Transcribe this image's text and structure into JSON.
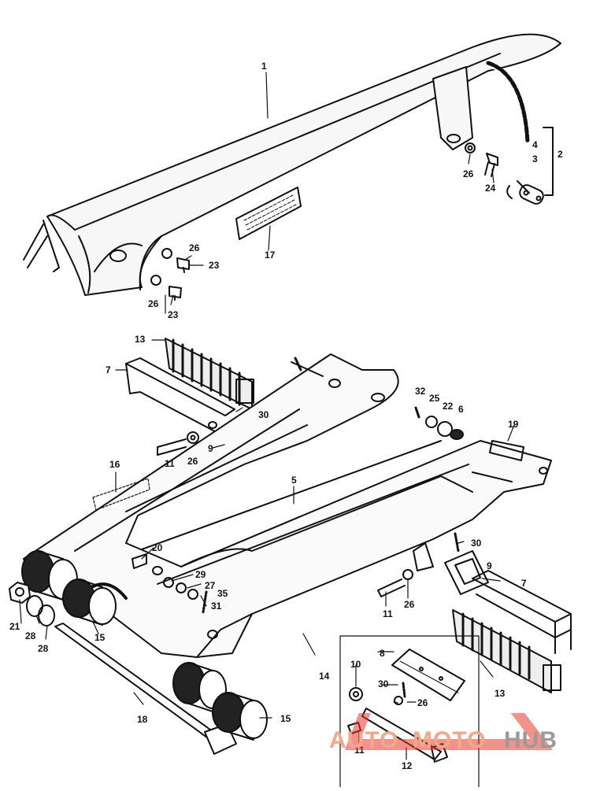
{
  "labels": [
    {
      "text": "1"
    },
    {
      "text": "2"
    },
    {
      "text": "3"
    },
    {
      "text": "4"
    },
    {
      "text": "26"
    },
    {
      "text": "24"
    },
    {
      "text": "26"
    },
    {
      "text": "23"
    },
    {
      "text": "26"
    },
    {
      "text": "23"
    },
    {
      "text": "17"
    },
    {
      "text": "13"
    },
    {
      "text": "7"
    },
    {
      "text": "30"
    },
    {
      "text": "9"
    },
    {
      "text": "11"
    },
    {
      "text": "26"
    },
    {
      "text": "32"
    },
    {
      "text": "25"
    },
    {
      "text": "22"
    },
    {
      "text": "6"
    },
    {
      "text": "19"
    },
    {
      "text": "16"
    },
    {
      "text": "5"
    },
    {
      "text": "20"
    },
    {
      "text": "29"
    },
    {
      "text": "27"
    },
    {
      "text": "35"
    },
    {
      "text": "31"
    },
    {
      "text": "30"
    },
    {
      "text": "9"
    },
    {
      "text": "7"
    },
    {
      "text": "11"
    },
    {
      "text": "26"
    },
    {
      "text": "21"
    },
    {
      "text": "28"
    },
    {
      "text": "28"
    },
    {
      "text": "15"
    },
    {
      "text": "14"
    },
    {
      "text": "8"
    },
    {
      "text": "10"
    },
    {
      "text": "30"
    },
    {
      "text": "26"
    },
    {
      "text": "13"
    },
    {
      "text": "18"
    },
    {
      "text": "15"
    },
    {
      "text": "11"
    },
    {
      "text": "12"
    }
  ],
  "watermark": {
    "part1": "AUTO",
    "part2": "MOTO",
    "part3": "HUB",
    "color_light": "#f2a98a",
    "color_dark": "#9a9a9a",
    "logo_color": "#e8392b"
  }
}
